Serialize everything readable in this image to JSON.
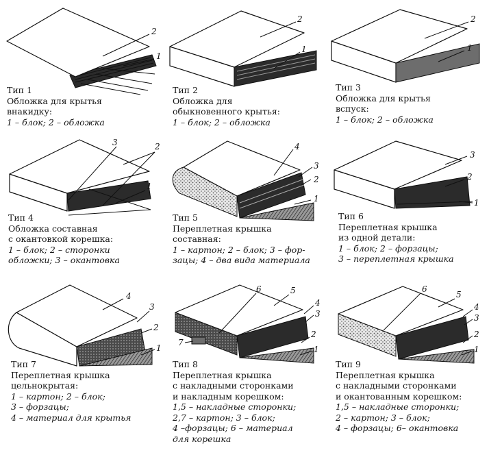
{
  "items": [
    {
      "type": "Тип 1",
      "lines": [
        "Обложка для крытья",
        "внакидку:"
      ],
      "legend": [
        "1 – блок; 2 – обложка"
      ]
    },
    {
      "type": "Тип 2",
      "lines": [
        "Обложка для",
        "обыкновенного крытья:"
      ],
      "legend": [
        "1 – блок; 2 – обложка"
      ]
    },
    {
      "type": "Тип 3",
      "lines": [
        "Обложка для крытья",
        "вспуск:"
      ],
      "legend": [
        "1 – блок; 2 – обложка"
      ]
    },
    {
      "type": "Тип 4",
      "lines": [
        "Обложка составная",
        "с окантовкой корешка:"
      ],
      "legend": [
        "1 – блок; 2 – сторонки",
        "обложки; 3 – окантовка"
      ]
    },
    {
      "type": "Тип 5",
      "lines": [
        "Переплетная крышка",
        "составная:"
      ],
      "legend": [
        "1 – картон; 2 – блок; 3 – фор-",
        "зацы; 4 – два вида материала"
      ]
    },
    {
      "type": "Тип 6",
      "lines": [
        "Переплетная крышка",
        "из одной детали:"
      ],
      "legend": [
        "1 – блок; 2 – форзацы;",
        "3 – переплетная крышка"
      ]
    },
    {
      "type": "Тип 7",
      "lines": [
        "Переплетная крышка",
        "цельнокрытая:"
      ],
      "legend": [
        "1 – картон; 2 – блок;",
        "3 – форзацы;",
        "4 – материал для крытья"
      ]
    },
    {
      "type": "Тип 8",
      "lines": [
        "Переплетная крышка",
        "с накладными сторонками",
        "и накладным корешком:"
      ],
      "legend": [
        "1,5 – накладные сторонки;",
        "2,7 – картон; 3 – блок;",
        "4 –форзацы; 6 – материал",
        "для корешка"
      ]
    },
    {
      "type": "Тип 9",
      "lines": [
        "Переплетная крышка",
        "с накладными сторонками",
        "и окантованным корешком:"
      ],
      "legend": [
        "1,5 – накладные сторонки;",
        "2 – картон; 3 – блок;",
        "4 – форзацы; 6– окантовка"
      ]
    }
  ],
  "callouts": {
    "one": "1",
    "two": "2",
    "three": "3",
    "four": "4",
    "five": "5",
    "six": "6",
    "seven": "7"
  }
}
